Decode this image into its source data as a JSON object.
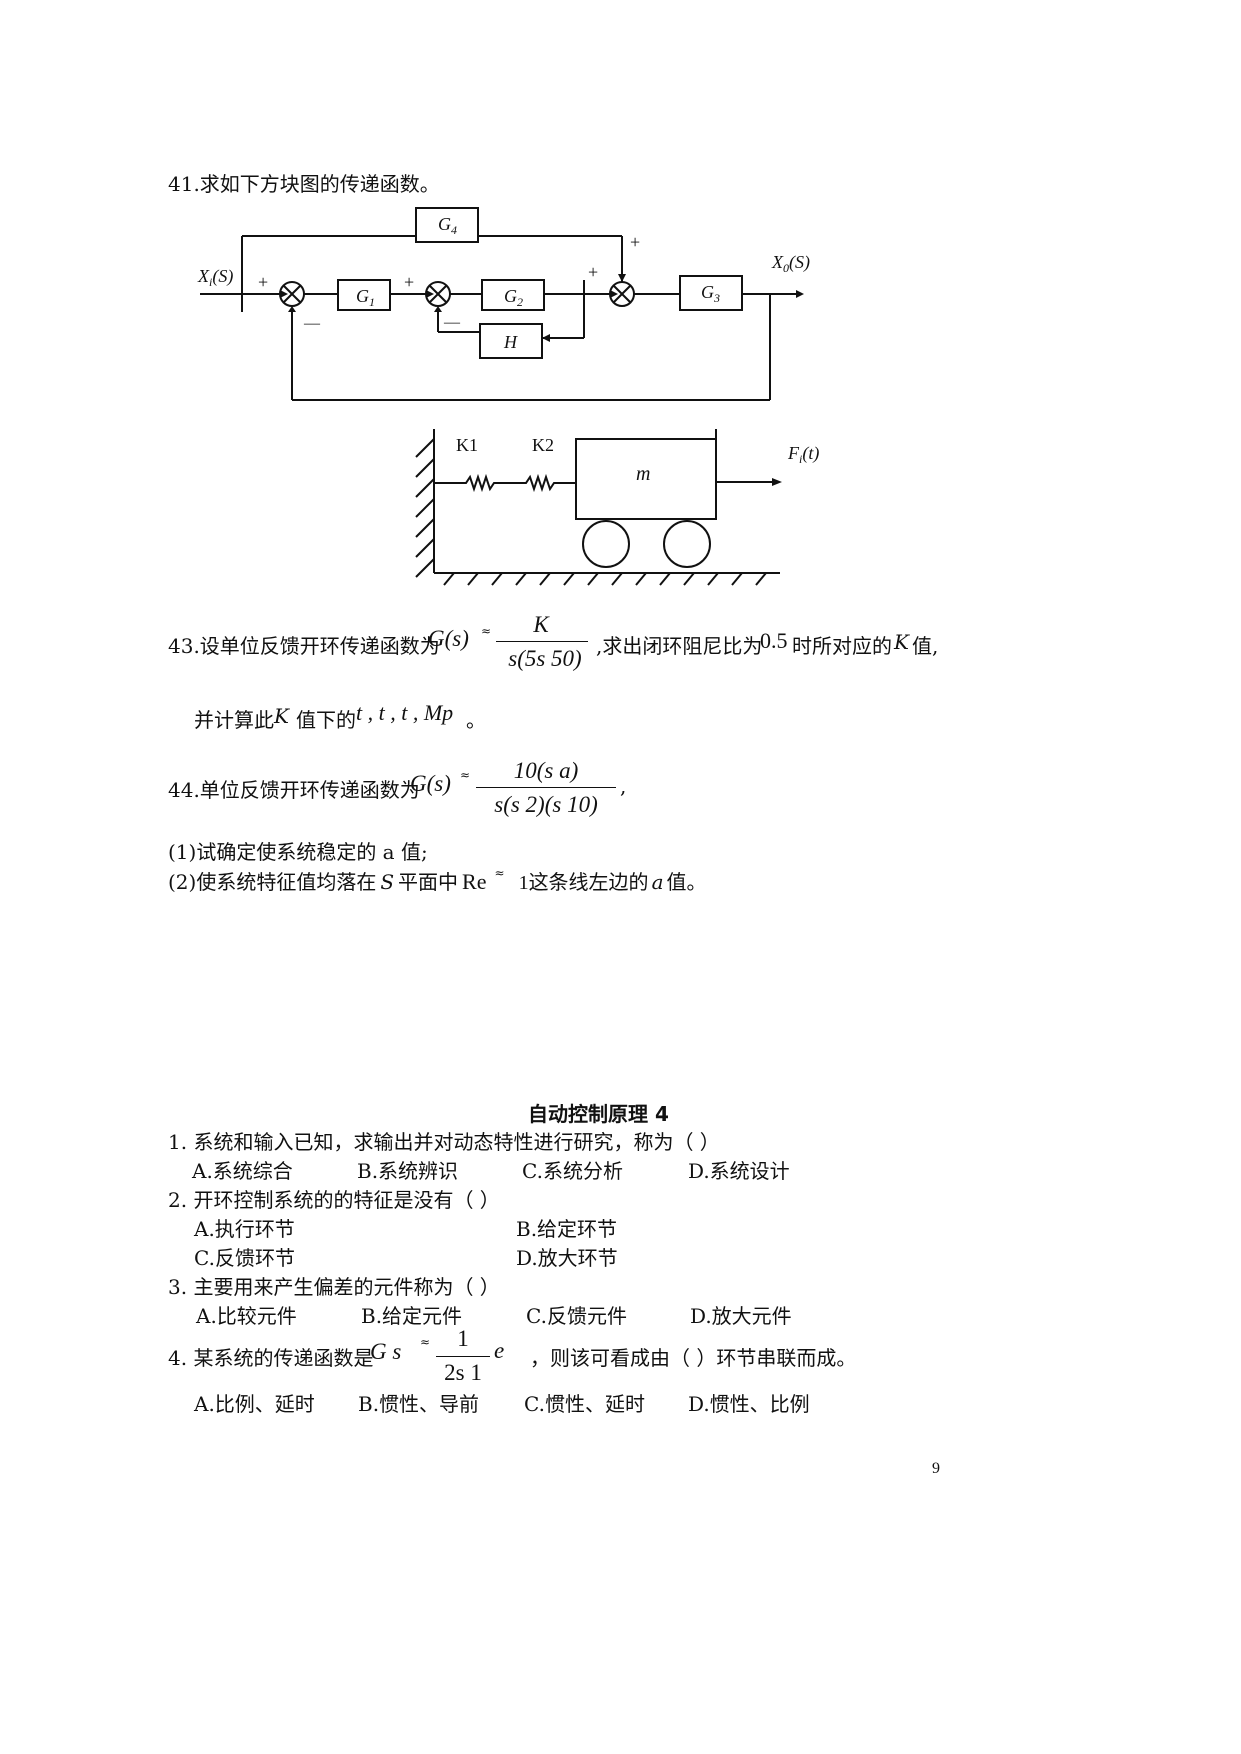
{
  "q41": {
    "text": "41.求如下方块图的传递函数。",
    "diagram": {
      "input": "X_i(S)",
      "input_main": "X",
      "input_sub": "i",
      "input_arg": "(S)",
      "output_main": "X",
      "output_sub": "0",
      "output_arg": "(S)",
      "g1": "G",
      "g1_sub": "1",
      "g2": "G",
      "g2_sub": "2",
      "g3": "G",
      "g3_sub": "3",
      "g4": "G",
      "g4_sub": "4",
      "h": "H",
      "plus": "+",
      "minus": "—"
    }
  },
  "q42": {
    "k1": "K1",
    "k2": "K2",
    "mass": "m",
    "force_main": "F",
    "force_sub": "i",
    "force_arg": "(t)"
  },
  "q43": {
    "prefix": "43.设单位反馈开环传递函数为",
    "func": "G(s)",
    "eq": "≈",
    "numerator": "K",
    "denominator": "s(5s   50)",
    "suffix": ",求出闭环阻尼比为",
    "zeta": "0.5",
    "suffix2": "时所对应的",
    "k": "K",
    "suffix3": "值,",
    "line2_prefix": "并计算此",
    "line2_k": "K",
    "line2_mid": "值下的",
    "params": "t  , t  , t  , Mp",
    "line2_end": "。"
  },
  "q44": {
    "prefix": "44.单位反馈开环传递函数为",
    "func": "G(s)",
    "numerator": "10(s    a)",
    "denominator": "s(s    2)(s    10)",
    "suffix": ",",
    "item1": "(1)试确定使系统稳定的 a 值;",
    "item2_a": "(2)使系统特征值均落在",
    "item2_s": "S",
    "item2_b": "平面中",
    "item2_re": "Re",
    "item2_c": "1",
    "item2_d": "这条线左边的",
    "item2_e": "a",
    "item2_f": "值。"
  },
  "section": {
    "title": "自动控制原理 4",
    "questions": [
      {
        "stem": "1.  系统和输入已知，求输出并对动态特性进行研究，称为（    ）",
        "options": [
          "A.系统综合",
          "B.系统辨识",
          "C.系统分析",
          "D.系统设计"
        ]
      },
      {
        "stem": "2.  开环控制系统的的特征是没有（    ）",
        "options": [
          "A.执行环节",
          "B.给定环节",
          "C.反馈环节",
          "D.放大环节"
        ]
      },
      {
        "stem": "3.  主要用来产生偏差的元件称为（    ）",
        "options": [
          "A.比较元件",
          "B.给定元件",
          "C.反馈元件",
          "D.放大元件"
        ]
      },
      {
        "stem_prefix": "4.  某系统的传递函数是",
        "func": "G s",
        "numerator": "1",
        "denominator": "2s   1",
        "exp": "e",
        "stem_suffix": "，则该可看成由（    ）环节串联而成。",
        "options": [
          "A.比例、延时",
          "B.惯性、导前",
          "C.惯性、延时",
          "D.惯性、比例"
        ]
      }
    ]
  },
  "page_number": "9"
}
